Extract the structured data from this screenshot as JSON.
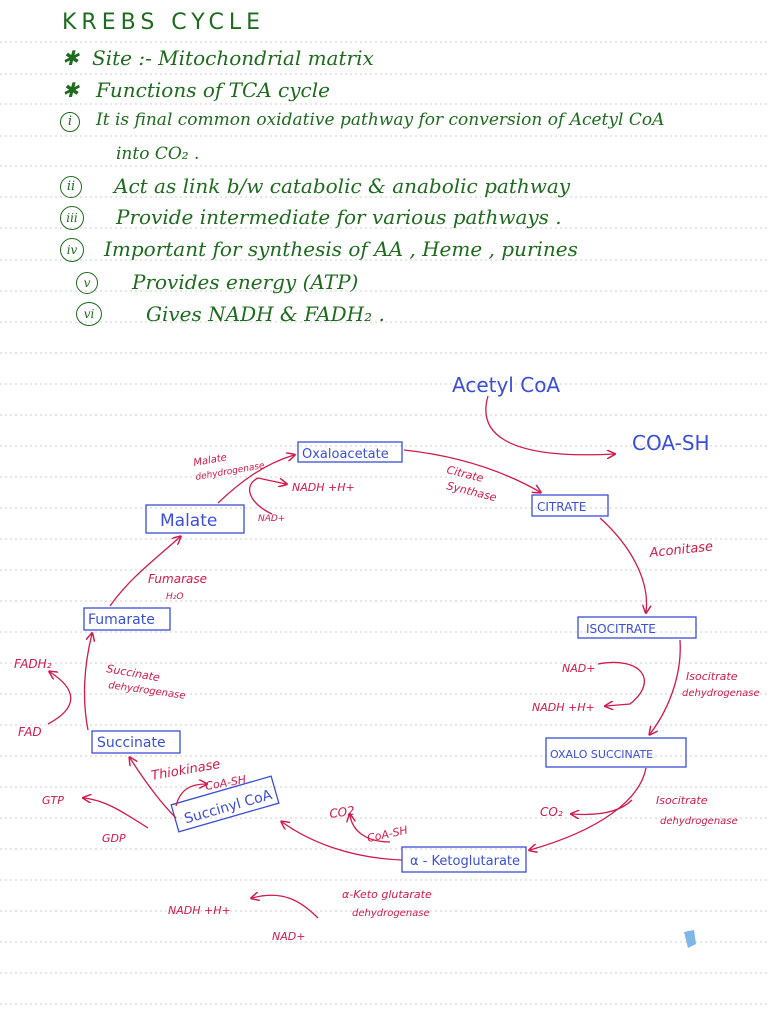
{
  "notes": {
    "title": "KREBS CYCLE",
    "site": "Site :- Mitochondrial matrix",
    "functions": "Functions of TCA cycle",
    "f1_num": "i",
    "f1a": "It is final common oxidative pathway for conversion of Acetyl CoA",
    "f1b": "into CO₂ .",
    "f2_num": "ii",
    "f2": "Act as link b/w catabolic & anabolic pathway",
    "f3_num": "iii",
    "f3": "Provide intermediate for various pathways .",
    "f4_num": "iv",
    "f4": "Important for synthesis of AA , Heme , purines",
    "f5_num": "v",
    "f5": "Provides energy (ATP)",
    "f6_num": "vi",
    "f6": "Gives NADH & FADH₂ ."
  },
  "diagram": {
    "acetyl_coa": "Acetyl CoA",
    "coa_sh": "COA-SH",
    "oxaloacetate": "Oxaloacetate",
    "citrate": "CITRATE",
    "citrate_synthase_1": "Citrate",
    "citrate_synthase_2": "Synthase",
    "aconitase": "Aconitase",
    "isocitrate": "ISOCITRATE",
    "nad_1": "NAD+",
    "nadh_1": "NADH +H+",
    "icdh_a1": "Isocitrate",
    "icdh_a2": "dehydrogenase",
    "oxalosuccinate": "OXALO SUCCINATE",
    "co2_1": "CO₂",
    "icdh_b1": "Isocitrate",
    "icdh_b2": "dehydrogenase",
    "akg": "α - Ketoglutarate",
    "coa_sh_2": "CoA-SH",
    "co2_2": "CO2",
    "akgdh_1": "α-Keto glutarate",
    "akgdh_2": "dehydrogenase",
    "nadh_2": "NADH +H+",
    "nad_2": "NAD+",
    "succinyl_coa": "Succinyl CoA",
    "thiokinase": "Thiokinase",
    "coa_sh_3": "CoA-SH",
    "gtp": "GTP",
    "gdp": "GDP",
    "succinate": "Succinate",
    "sdh_1": "Succinate",
    "sdh_2": "dehydrogenase",
    "fadh2": "FADH₂",
    "fad": "FAD",
    "fumarate": "Fumarate",
    "fumarase": "Fumarase",
    "h2o": "H₂O",
    "malate": "Malate",
    "mdh_1": "Malate",
    "mdh_2": "dehydrogenase",
    "nadh_3": "NADH +H+",
    "nad_3": "NAD+"
  },
  "colors": {
    "notes": "#1e6b1e",
    "metabolite": "#3b4fd6",
    "enzyme": "#d01a4a",
    "rule": "#cfcfcf"
  }
}
